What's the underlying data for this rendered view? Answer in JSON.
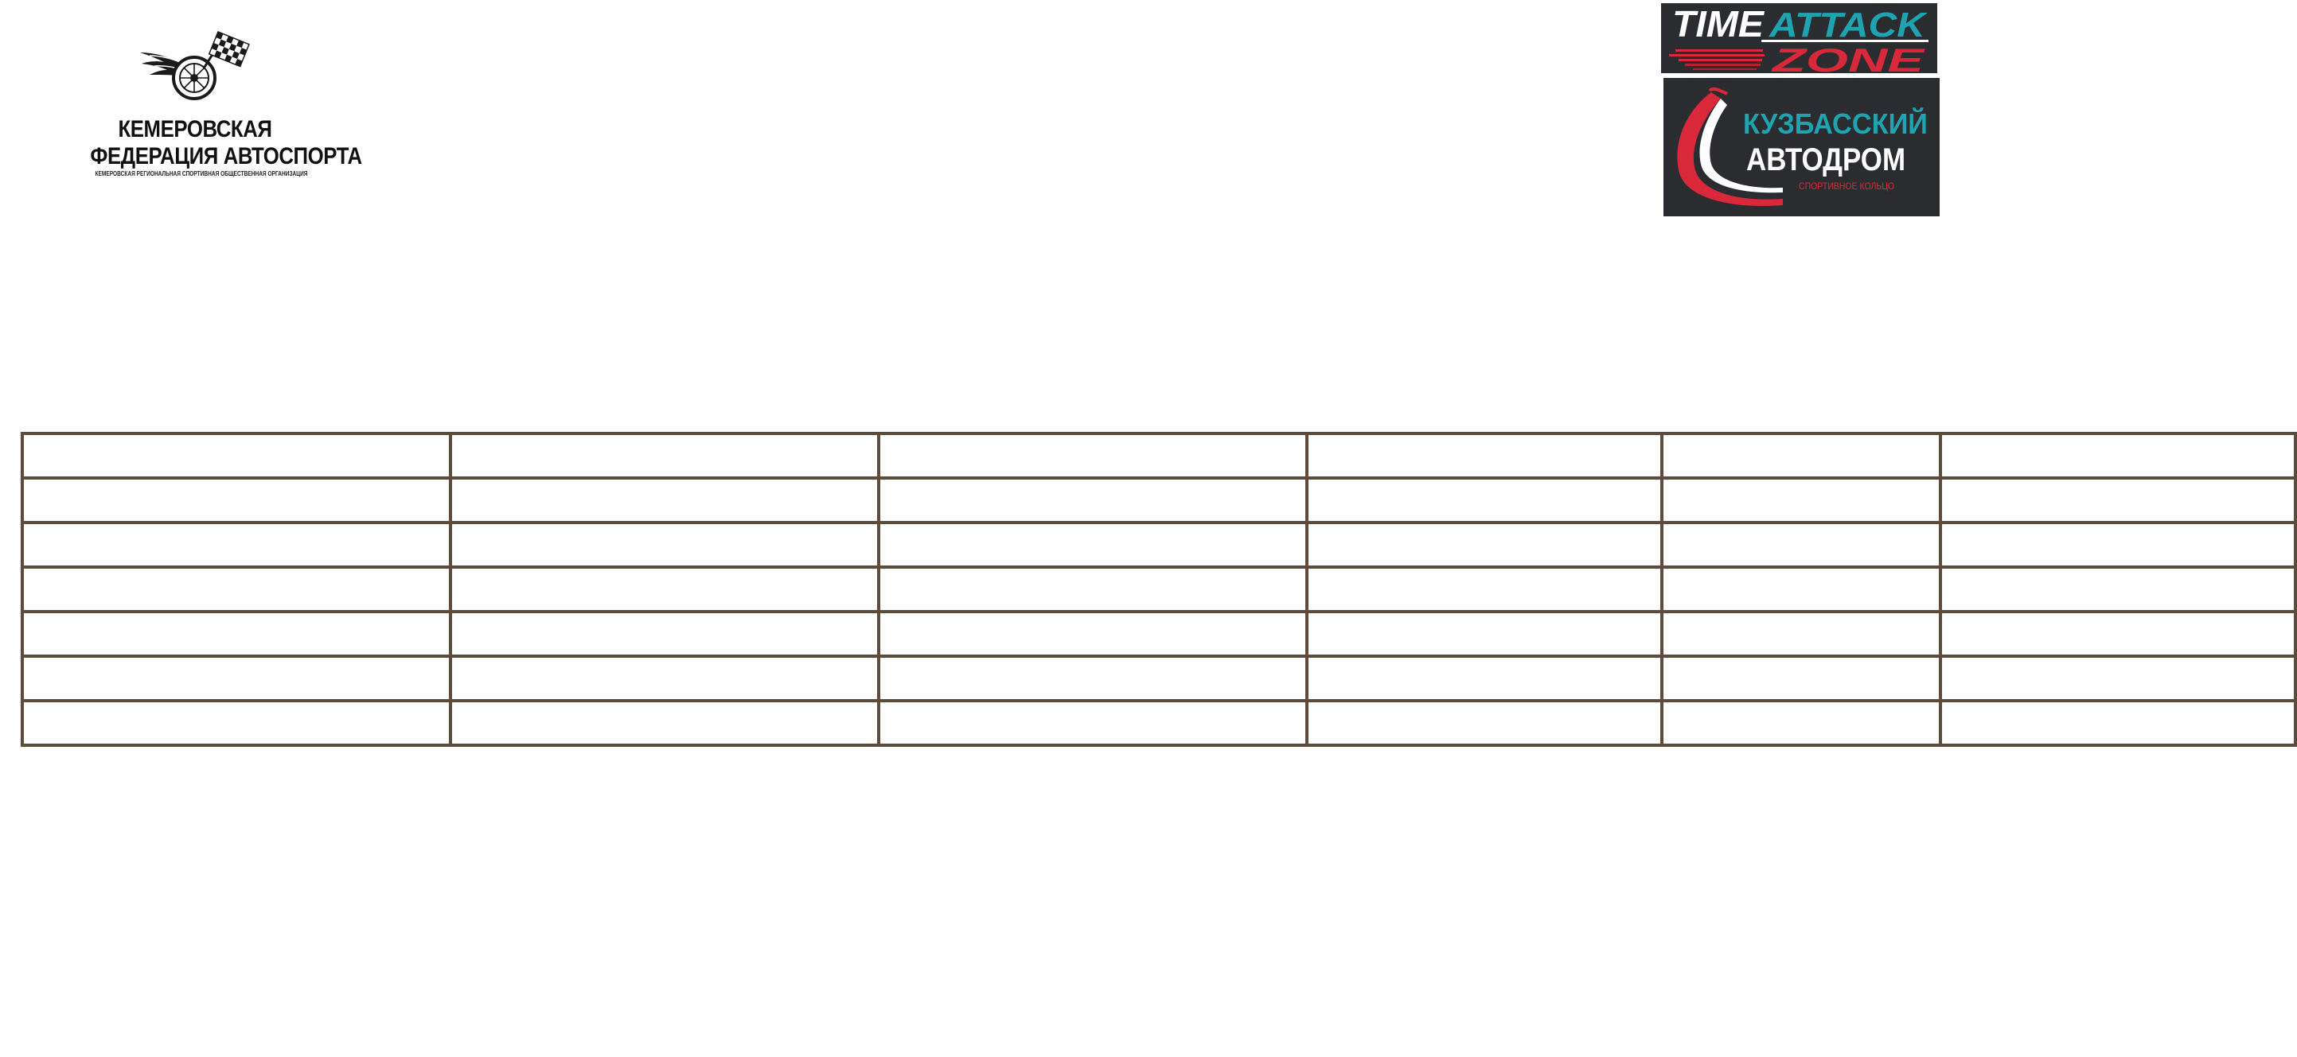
{
  "logos": {
    "federation": {
      "line1": "КЕМЕРОВСКАЯ",
      "line2": "ФЕДЕРАЦИЯ АВТОСПОРТА",
      "line3": "КЕМЕРОВСКАЯ РЕГИОНАЛЬНАЯ СПОРТИВНАЯ ОБЩЕСТВЕННАЯ ОРГАНИЗАЦИЯ",
      "emblem_icon": "winged-wheel-checkered-flag-icon"
    },
    "time_attack": {
      "word1": "TIME",
      "word2": "ATTACK",
      "word3": "ZONE",
      "colors": {
        "white": "#ffffff",
        "teal": "#1fa3b0",
        "red": "#d8283a",
        "bg": "#2a2c30"
      }
    },
    "autodrom": {
      "line1": "КУЗБАССКИЙ",
      "line2": "АВТОДРОМ",
      "line3": "СПОРТИВНОЕ КОЛЬЦО",
      "colors": {
        "teal": "#1fa3b0",
        "red": "#d8283a",
        "white": "#ffffff",
        "bg": "#2a2c30"
      }
    }
  },
  "table": {
    "border_color": "#5e4c3a",
    "rows": [
      [
        "",
        "",
        "",
        "",
        "",
        ""
      ],
      [
        "",
        "",
        "",
        "",
        "",
        ""
      ],
      [
        "",
        "",
        "",
        "",
        "",
        ""
      ],
      [
        "",
        "",
        "",
        "",
        "",
        ""
      ],
      [
        "",
        "",
        "",
        "",
        "",
        ""
      ],
      [
        "",
        "",
        "",
        "",
        "",
        ""
      ],
      [
        "",
        "",
        "",
        "",
        "",
        ""
      ]
    ]
  }
}
